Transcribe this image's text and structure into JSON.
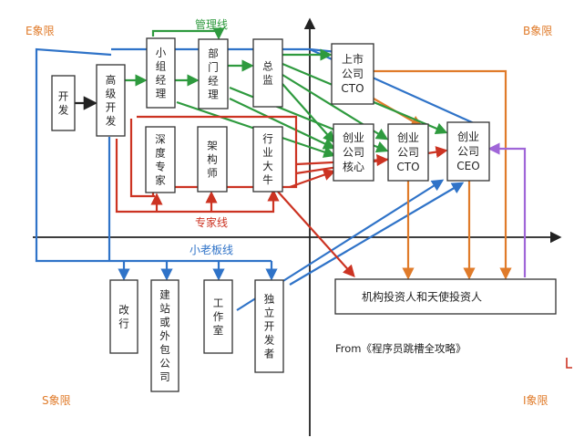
{
  "quadrants": {
    "e": "E象限",
    "b": "B象限",
    "s": "S象限",
    "i": "I象限"
  },
  "line_labels": {
    "management": "管理线",
    "expert": "专家线",
    "boss": "小老板线"
  },
  "nodes": {
    "dev": "开发",
    "senior": "高级开发",
    "team_mgr": "小组经理",
    "dept_mgr": "部门经理",
    "director": "总监",
    "public_cto": "上市公司CTO",
    "deep_expert": "深度专家",
    "architect": "架构师",
    "industry_guru": "行业大牛",
    "startup_core": "创业公司核心",
    "startup_cto": "创业公司CTO",
    "startup_ceo": "创业公司CEO",
    "career_change": "改行",
    "outsourcing": "建站或外包公司",
    "studio": "工作室",
    "indie_dev": "独立开发者",
    "investors": "机构投资人和天使投资人"
  },
  "source": "From《程序员跳槽全攻略》",
  "colors": {
    "management": "#2e9a3e",
    "expert": "#cc3322",
    "boss": "#2f73c8",
    "capital": "#e07b2a",
    "purple": "#a066d8",
    "axis": "#222222"
  }
}
